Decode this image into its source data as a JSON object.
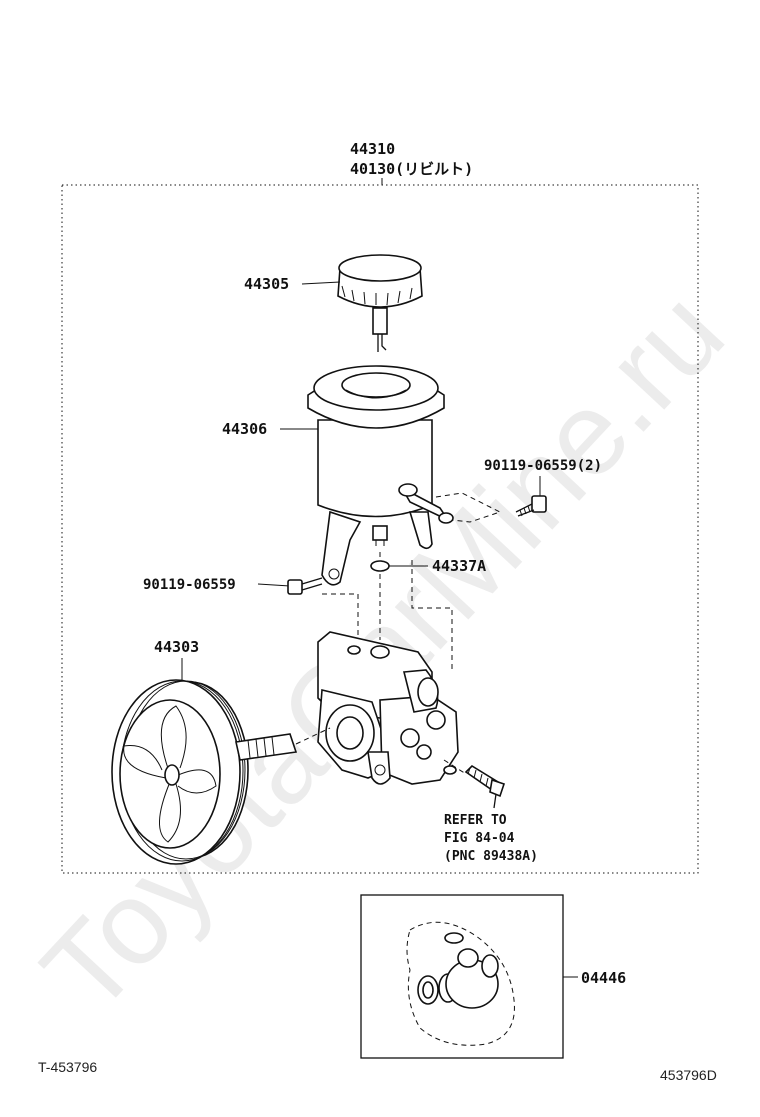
{
  "diagram": {
    "assembly_number": "44310",
    "assembly_alt": "40130(リビルト)",
    "parts": {
      "reservoir_cap": "44305",
      "reservoir_tank": "44306",
      "bolt_pair": "90119-06559(2)",
      "bolt_single": "90119-06559",
      "o_ring": "44337A",
      "pulley": "44303",
      "gasket_kit": "04446"
    },
    "reference_note": {
      "line1": "REFER TO",
      "line2": "FIG 84-04",
      "line3": "(PNC 89438A)"
    },
    "figure_id": "T-453796",
    "drawing_id": "453796D",
    "watermark": "ToyotaCarMine.ru"
  }
}
